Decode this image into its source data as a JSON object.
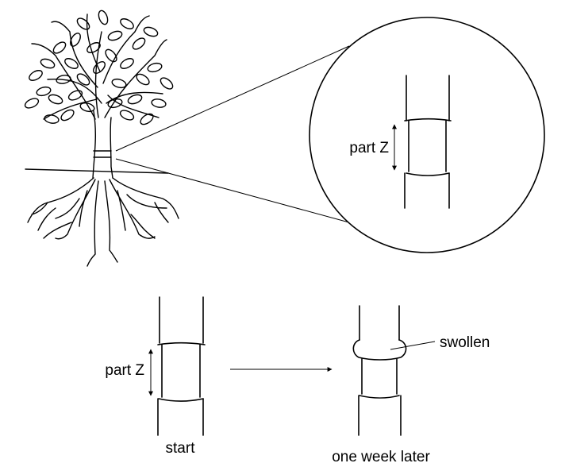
{
  "magnified_view": {
    "part_label": "part Z"
  },
  "start_view": {
    "part_label": "part Z",
    "caption": "start"
  },
  "later_view": {
    "annotation": "swollen",
    "caption": "one week later"
  },
  "colors": {
    "ink": "#000000",
    "background": "#ffffff"
  }
}
